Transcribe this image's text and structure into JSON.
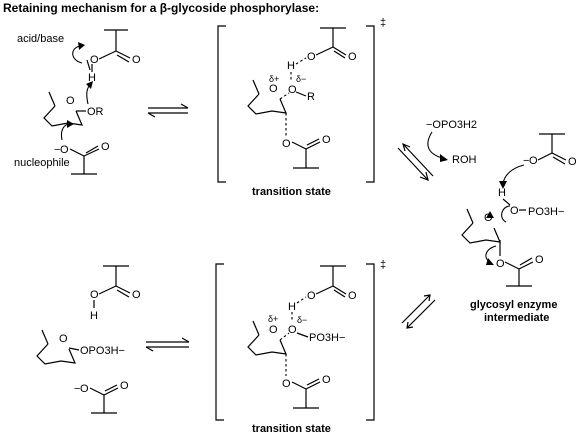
{
  "title": "Retaining mechanism for a β-glycoside phosphorylase:",
  "labels": {
    "acid_base": "acid/base",
    "nucleophile": "nucleophile",
    "transition_state_top": "transition state",
    "transition_state_bottom": "transition state",
    "intermediate_line1": "glycosyl enzyme",
    "intermediate_line2": "intermediate",
    "double_dagger_top": "‡",
    "double_dagger_bottom": "‡"
  },
  "atoms": {
    "O": "O",
    "OH_H": "H",
    "OR": "OR",
    "R": "R",
    "minus": "−",
    "delta_plus": "δ+",
    "delta_minus": "δ−",
    "PO3H": "PO3H",
    "PO3H_minus": "PO3H−",
    "OPO3H_minus": "OPO3H−",
    "OPO3H2": "−OPO3H2",
    "ROH": "ROH"
  }
}
